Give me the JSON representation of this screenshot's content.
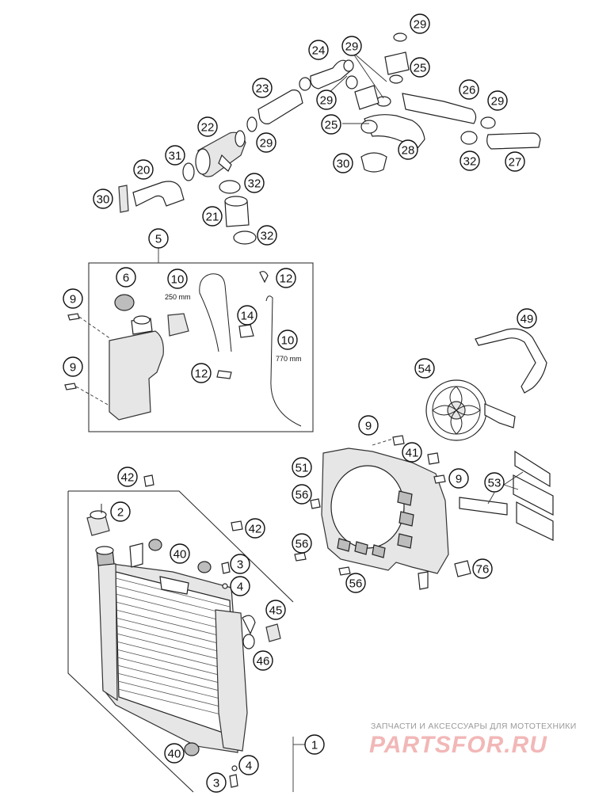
{
  "diagram": {
    "callouts": [
      {
        "id": "c29a",
        "label": "29"
      },
      {
        "id": "c29b",
        "label": "29"
      },
      {
        "id": "c25a",
        "label": "25"
      },
      {
        "id": "c24",
        "label": "24"
      },
      {
        "id": "c29c",
        "label": "29"
      },
      {
        "id": "c23",
        "label": "23"
      },
      {
        "id": "c26",
        "label": "26"
      },
      {
        "id": "c29d",
        "label": "29"
      },
      {
        "id": "c25b",
        "label": "25"
      },
      {
        "id": "c22",
        "label": "22"
      },
      {
        "id": "c29e",
        "label": "29"
      },
      {
        "id": "c28",
        "label": "28"
      },
      {
        "id": "c31",
        "label": "31"
      },
      {
        "id": "c20",
        "label": "20"
      },
      {
        "id": "c30a",
        "label": "30"
      },
      {
        "id": "c32a",
        "label": "32"
      },
      {
        "id": "c30b",
        "label": "30"
      },
      {
        "id": "c32b",
        "label": "32"
      },
      {
        "id": "c27",
        "label": "27"
      },
      {
        "id": "c21",
        "label": "21"
      },
      {
        "id": "c32c",
        "label": "32"
      },
      {
        "id": "c5",
        "label": "5"
      },
      {
        "id": "c6",
        "label": "6"
      },
      {
        "id": "c10a",
        "label": "10"
      },
      {
        "id": "c12a",
        "label": "12"
      },
      {
        "id": "c9a",
        "label": "9"
      },
      {
        "id": "c14",
        "label": "14"
      },
      {
        "id": "c10b",
        "label": "10"
      },
      {
        "id": "c9b",
        "label": "9"
      },
      {
        "id": "c12b",
        "label": "12"
      },
      {
        "id": "c49",
        "label": "49"
      },
      {
        "id": "c54",
        "label": "54"
      },
      {
        "id": "c9c",
        "label": "9"
      },
      {
        "id": "c41",
        "label": "41"
      },
      {
        "id": "c51",
        "label": "51"
      },
      {
        "id": "c9d",
        "label": "9"
      },
      {
        "id": "c53",
        "label": "53"
      },
      {
        "id": "c42a",
        "label": "42"
      },
      {
        "id": "c56a",
        "label": "56"
      },
      {
        "id": "c2",
        "label": "2"
      },
      {
        "id": "c42b",
        "label": "42"
      },
      {
        "id": "c56b",
        "label": "56"
      },
      {
        "id": "c40a",
        "label": "40"
      },
      {
        "id": "c3a",
        "label": "3"
      },
      {
        "id": "c76",
        "label": "76"
      },
      {
        "id": "c56c",
        "label": "56"
      },
      {
        "id": "c4a",
        "label": "4"
      },
      {
        "id": "c45",
        "label": "45"
      },
      {
        "id": "c46",
        "label": "46"
      },
      {
        "id": "c1",
        "label": "1"
      },
      {
        "id": "c40b",
        "label": "40"
      },
      {
        "id": "c4b",
        "label": "4"
      },
      {
        "id": "c3b",
        "label": "3"
      }
    ],
    "hose_lengths": {
      "short": "250 mm",
      "long": "770 mm"
    }
  },
  "watermark": {
    "tagline": "ЗАПЧАСТИ И АКСЕССУАРЫ ДЛЯ МОТОТЕХНИКИ",
    "logo": "PARTSFOR.RU"
  }
}
